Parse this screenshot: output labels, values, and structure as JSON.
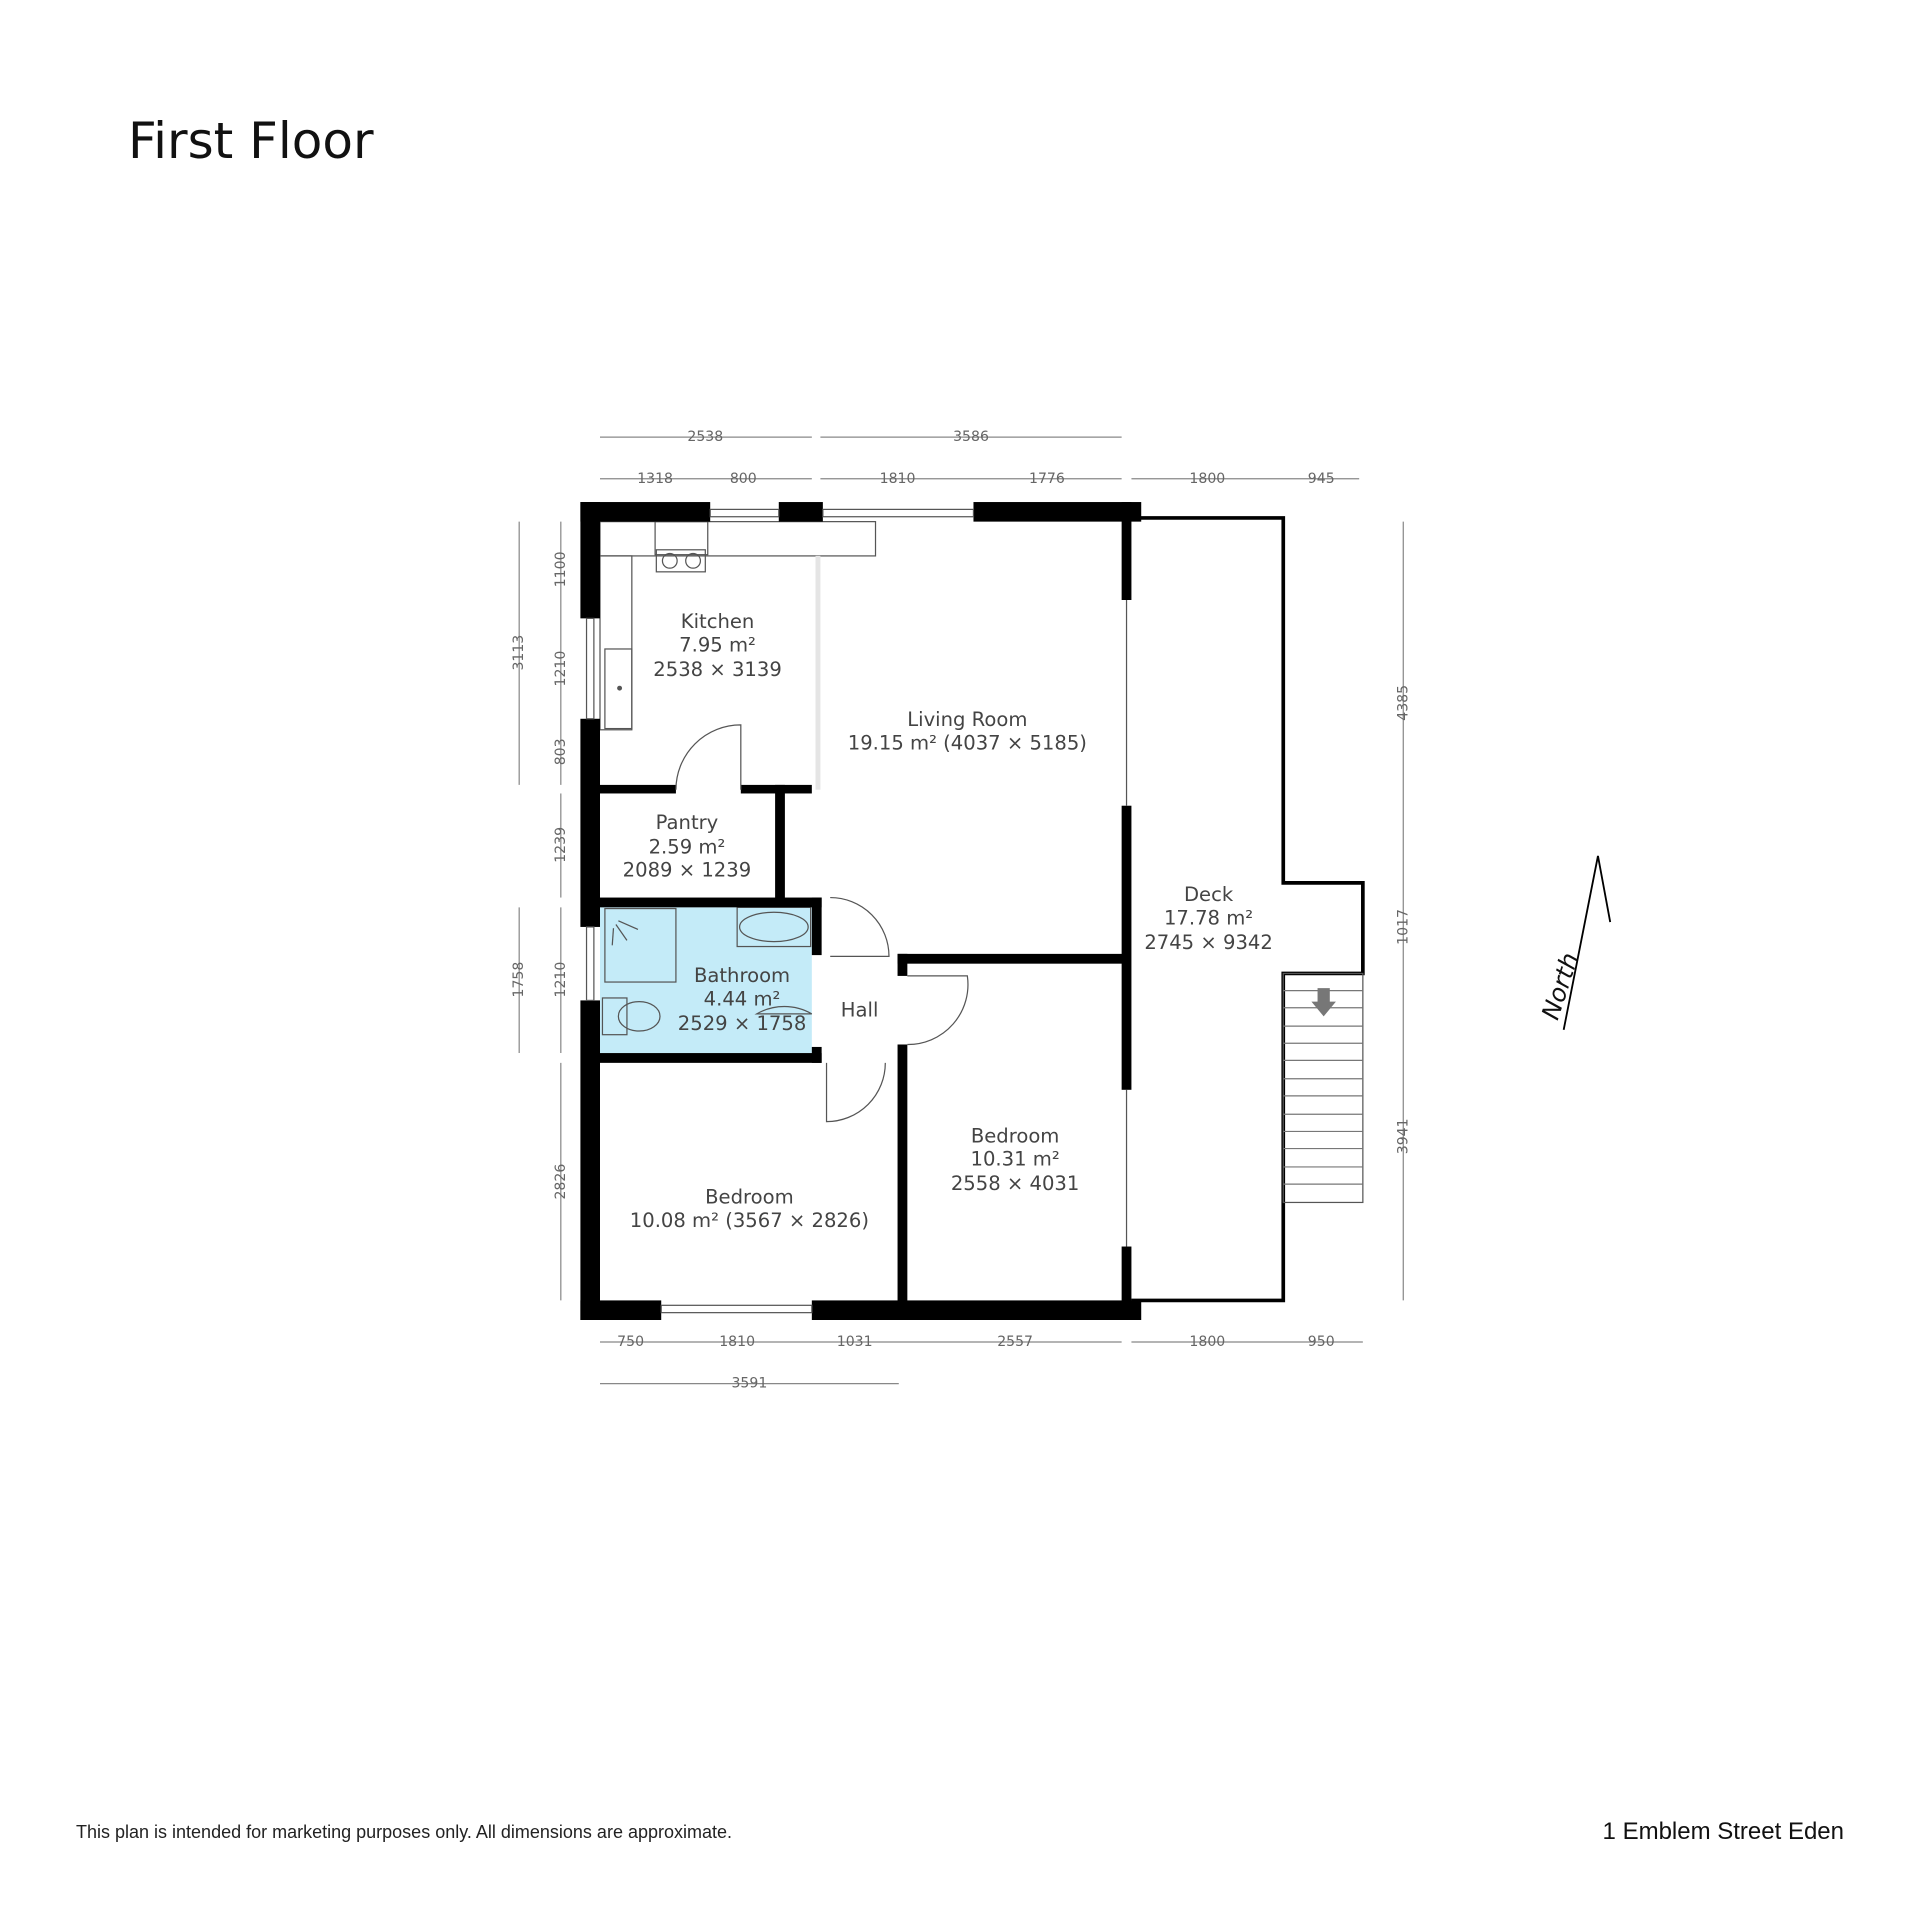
{
  "title": "First Floor",
  "footer": {
    "disclaimer": "This plan is intended for marketing purposes only. All dimensions are approximate.",
    "address": "1 Emblem Street Eden"
  },
  "colors": {
    "bathroom": "#c4ebf8",
    "wall": "#000000"
  },
  "rooms": {
    "kitchen": {
      "name": "Kitchen",
      "area": "7.95 m²",
      "dims": "2538 × 3139"
    },
    "living": {
      "name": "Living Room",
      "area": "19.15 m² (4037 × 5185)"
    },
    "pantry": {
      "name": "Pantry",
      "area": "2.59 m²",
      "dims": "2089 × 1239"
    },
    "bathroom": {
      "name": "Bathroom",
      "area": "4.44 m²",
      "dims": "2529 × 1758"
    },
    "hall": {
      "name": "Hall"
    },
    "bedroom1": {
      "name": "Bedroom",
      "area": "10.08 m² (3567 × 2826)"
    },
    "bedroom2": {
      "name": "Bedroom",
      "area": "10.31 m²",
      "dims": "2558 × 4031"
    },
    "deck": {
      "name": "Deck",
      "area": "17.78 m²",
      "dims": "2745 × 9342"
    }
  },
  "dimensions": {
    "top_outer": [
      "2538",
      "3586"
    ],
    "top_inner": [
      "1318",
      "800",
      "1810",
      "1776",
      "1800",
      "945"
    ],
    "left_outer": [
      "3113",
      "1758"
    ],
    "left_inner": [
      "1100",
      "1210",
      "803",
      "1239",
      "1210",
      "2826"
    ],
    "right": [
      "4385",
      "1017",
      "3941"
    ],
    "bottom_inner": [
      "750",
      "1810",
      "1031",
      "2557",
      "1800",
      "950"
    ],
    "bottom_outer": [
      "3591"
    ]
  },
  "compass": {
    "label": "North"
  }
}
